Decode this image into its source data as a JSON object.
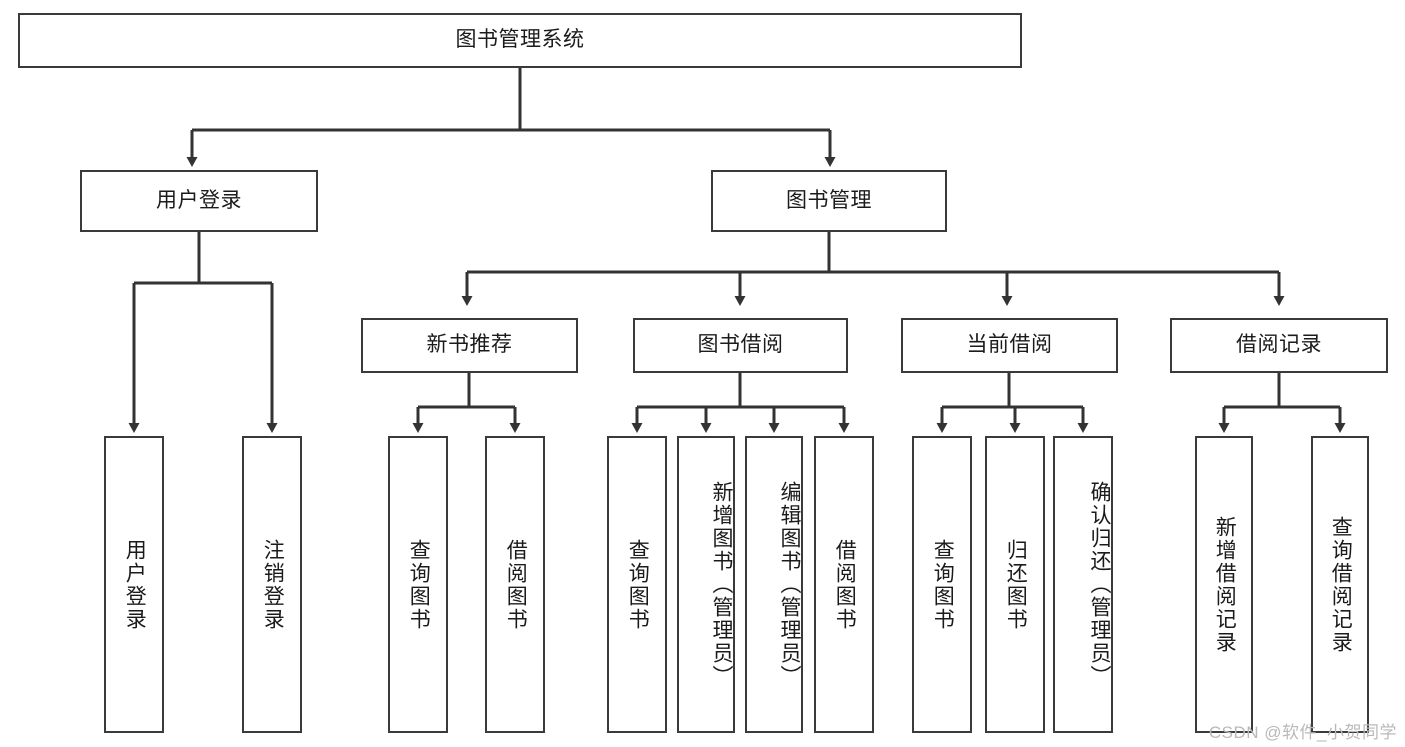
{
  "diagram": {
    "title": "图书管理系统",
    "root": {
      "label": "图书管理系统"
    },
    "level2": [
      {
        "label": "用户登录"
      },
      {
        "label": "图书管理"
      }
    ],
    "level3": [
      {
        "label": "新书推荐"
      },
      {
        "label": "图书借阅"
      },
      {
        "label": "当前借阅"
      },
      {
        "label": "借阅记录"
      }
    ],
    "leaves": {
      "user_login": [
        {
          "label": "用户登录"
        },
        {
          "label": "注销登录"
        }
      ],
      "new_book_recommend": [
        {
          "label": "查询图书"
        },
        {
          "label": "借阅图书"
        }
      ],
      "book_borrow": [
        {
          "label": "查询图书"
        },
        {
          "label": "新增图书（管理员）"
        },
        {
          "label": "编辑图书（管理员）"
        },
        {
          "label": "借阅图书"
        }
      ],
      "current_borrow": [
        {
          "label": "查询图书"
        },
        {
          "label": "归还图书"
        },
        {
          "label": "确认归还（管理员）"
        }
      ],
      "borrow_record": [
        {
          "label": "新增借阅记录"
        },
        {
          "label": "查询借阅记录"
        }
      ]
    },
    "watermark": "CSDN @软件_小贺同学",
    "colors": {
      "box_border": "#3a3a3a",
      "connector": "#333333",
      "background": "#ffffff",
      "text": "#1b1b1b",
      "watermark": "#b9b9b9"
    }
  }
}
